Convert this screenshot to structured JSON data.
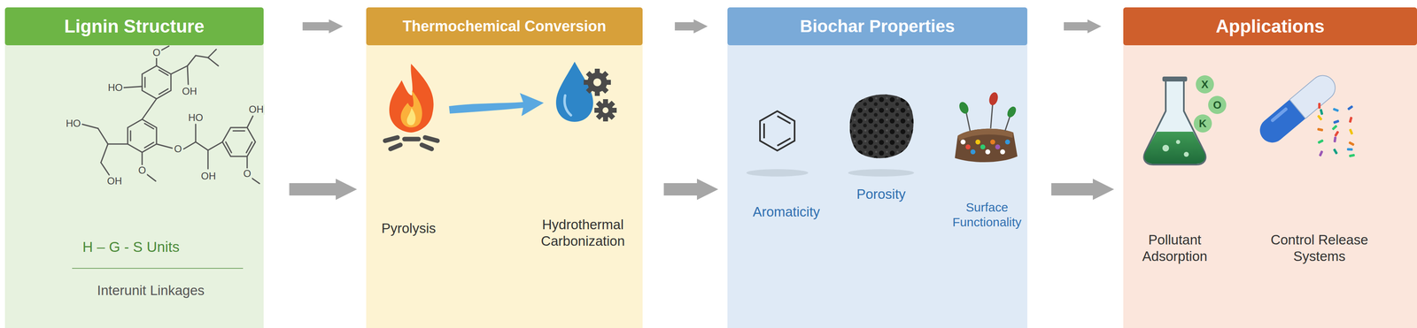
{
  "diagram": {
    "nodes": [
      {
        "text": [
          "Lignin Structure",
          "H – G - S Units",
          "Interunit Linkages"
        ]
      },
      {
        "text": [
          "Thermochemical Conversion",
          "Pyrolysis",
          "Hydrothermal Carbonization"
        ]
      },
      {
        "text": [
          "Biochar Properties",
          "Aromaticity",
          "Porosity",
          "Surface Functionality"
        ]
      },
      {
        "text": [
          "Applications",
          "Pollutant Adsorption",
          "Control Release Systems"
        ]
      }
    ],
    "edges": [
      {
        "from": 0,
        "to": 1,
        "arrow": "to"
      },
      {
        "from": 0,
        "to": 1,
        "arrow": "to"
      },
      {
        "from": 1,
        "to": 2,
        "arrow": "to"
      },
      {
        "from": 1,
        "to": 2,
        "arrow": "to"
      },
      {
        "from": 2,
        "to": 3,
        "arrow": "to"
      },
      {
        "from": 2,
        "to": 3,
        "arrow": "to"
      }
    ],
    "labels": [
      "O",
      "HO",
      "OH",
      "HO",
      "OH",
      "O",
      "HO",
      "OH",
      "OH",
      "O",
      "O",
      "X",
      "O",
      "K"
    ]
  }
}
